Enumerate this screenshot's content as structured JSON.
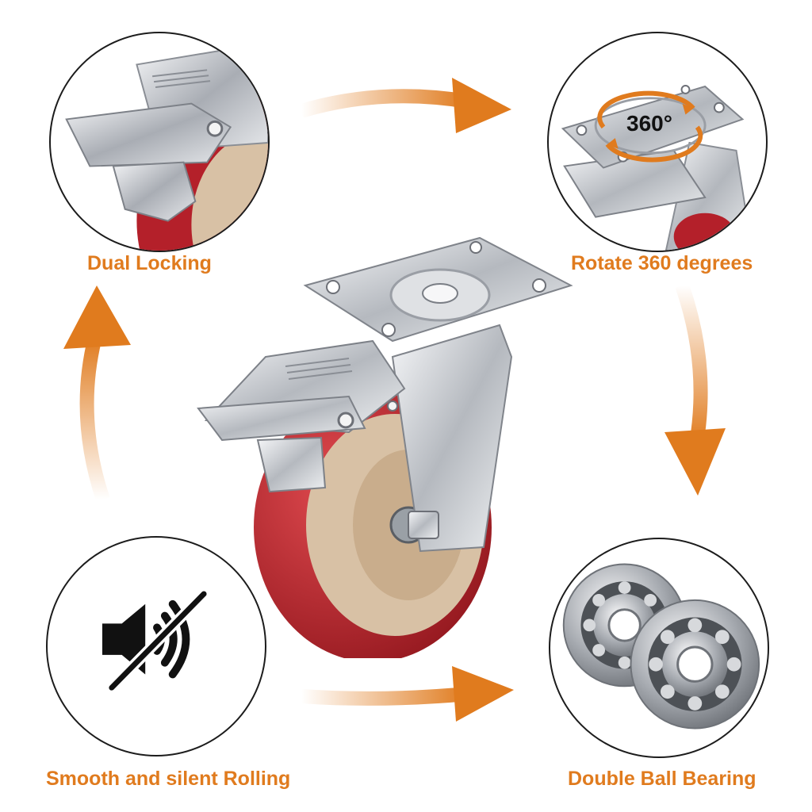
{
  "features": {
    "dual_locking": "Dual Locking",
    "rotate": "Rotate 360 degrees",
    "rotate_badge": "360°",
    "silent": "Smooth and silent Rolling",
    "bearing": "Double Ball Bearing"
  },
  "colors": {
    "accent": "#e07b1e",
    "wheel_red": "#b4202a",
    "wheel_core": "#d8c1a5",
    "steel": "#c9ccd1"
  },
  "icons": [
    "lock-closeup-icon",
    "swivel-plate-icon",
    "mute-speaker-icon",
    "ball-bearing-icon",
    "caster-wheel-icon"
  ]
}
